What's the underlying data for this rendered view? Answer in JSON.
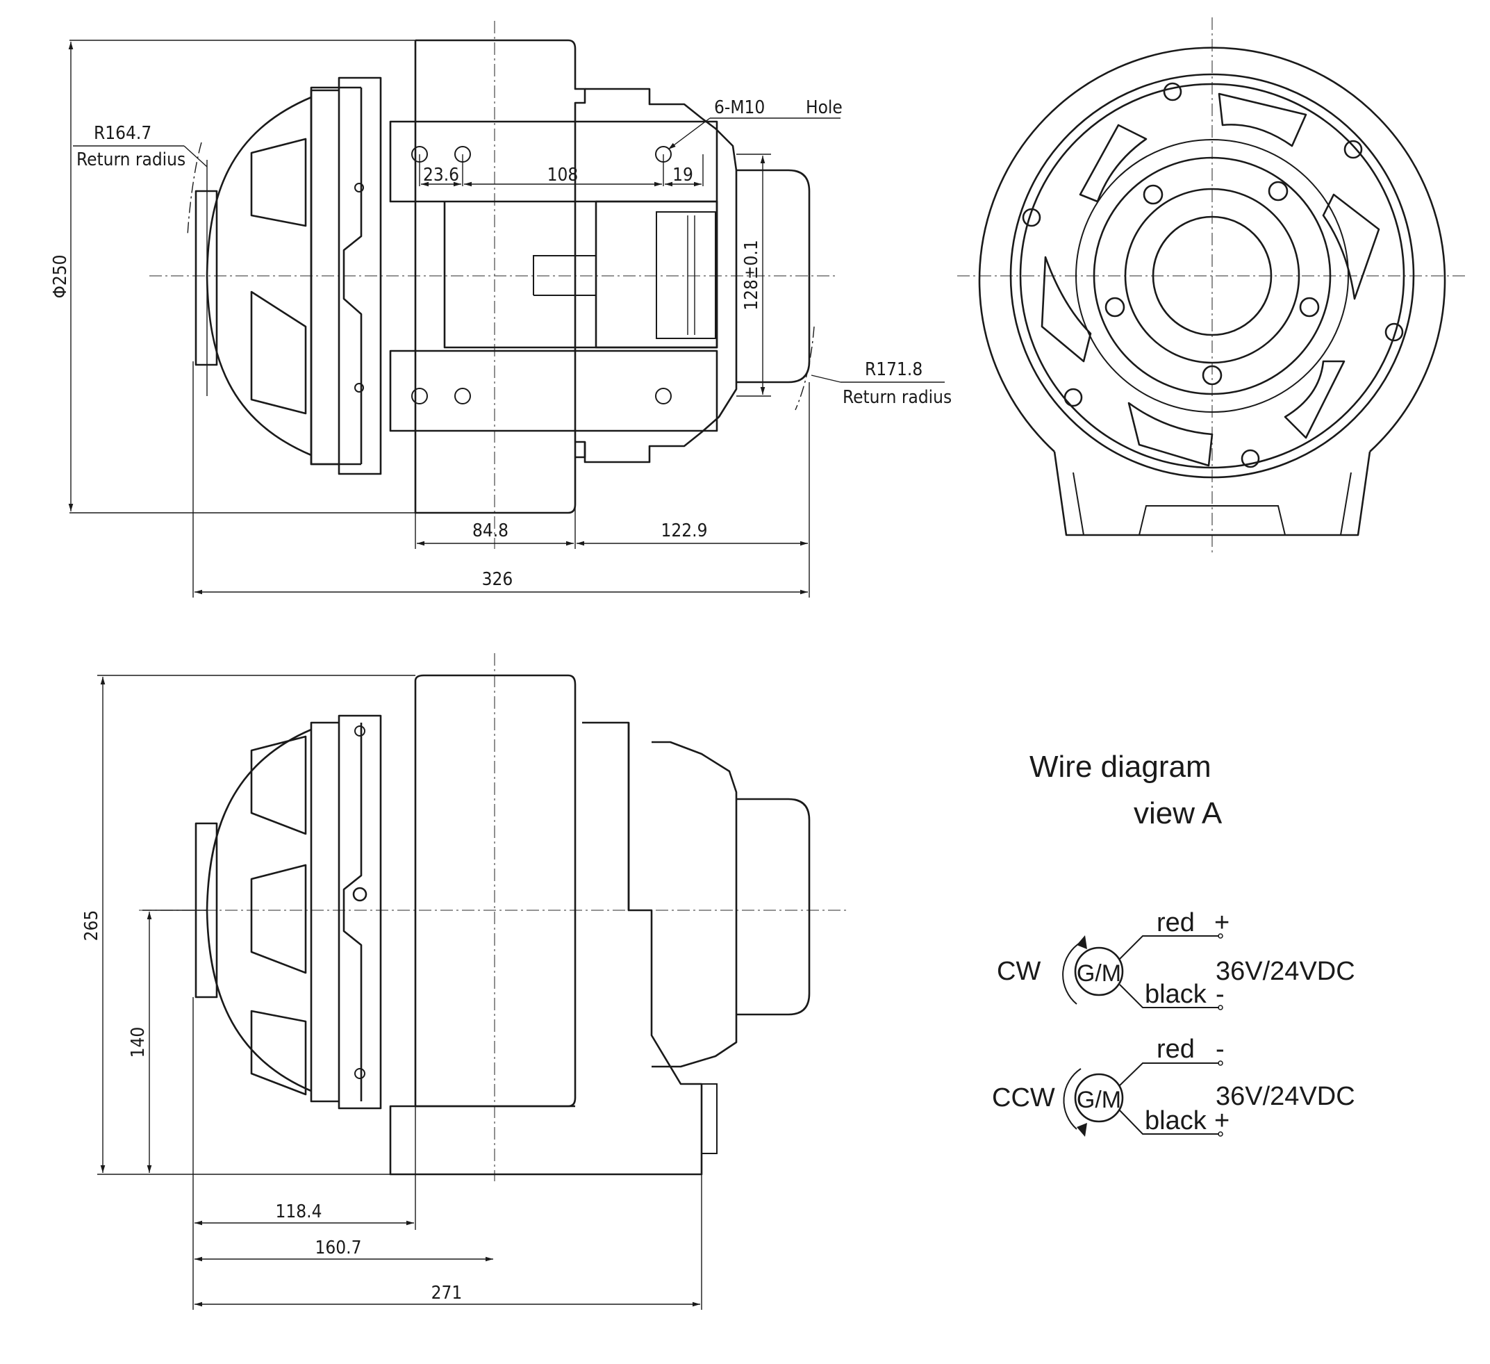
{
  "top_view": {
    "diameter": "Φ250",
    "left_radius": {
      "value": "R164.7",
      "note": "Return radius"
    },
    "right_radius": {
      "value": "R171.8",
      "note": "Return radius"
    },
    "hole_callout": {
      "spec": "6-M10",
      "note": "Hole"
    },
    "dims": [
      "23.6",
      "108",
      "19",
      "128±0.1",
      "84.8",
      "122.9",
      "326"
    ]
  },
  "side_view": {
    "dims": [
      "265",
      "140",
      "118.4",
      "160.7",
      "271"
    ]
  },
  "wire_diagram": {
    "title": "Wire diagram",
    "subtitle": "view A",
    "cw": {
      "label": "CW",
      "motor": "G/M",
      "wire1": "red",
      "sign1": "+",
      "voltage": "36V/24VDC",
      "wire2": "black",
      "sign2": "-"
    },
    "ccw": {
      "label": "CCW",
      "motor": "G/M",
      "wire1": "red",
      "sign1": "-",
      "voltage": "36V/24VDC",
      "wire2": "black",
      "sign2": "+"
    }
  }
}
